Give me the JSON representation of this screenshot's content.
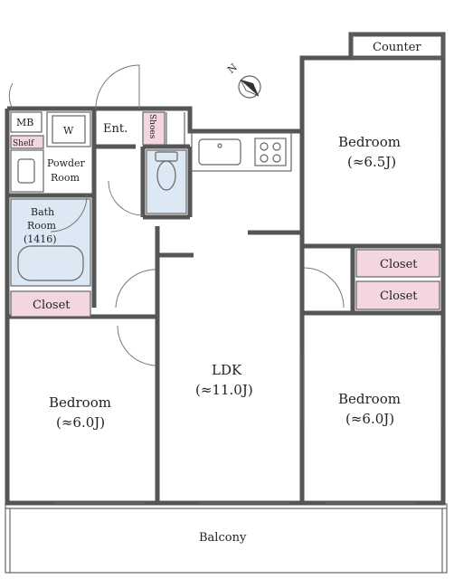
{
  "rooms": {
    "counter": "Counter",
    "bedroom_top_right": {
      "name": "Bedroom",
      "size": "(≈6.5J)"
    },
    "closet_right_1": "Closet",
    "closet_right_2": "Closet",
    "bedroom_right": {
      "name": "Bedroom",
      "size": "(≈6.0J)"
    },
    "ldk": {
      "name": "LDK",
      "size": "(≈11.0J)"
    },
    "bedroom_left": {
      "name": "Bedroom",
      "size": "(≈6.0J)"
    },
    "closet_left": "Closet",
    "balcony": "Balcony",
    "mb": "MB",
    "washer": "W",
    "shelf": "Shelf",
    "powder_room": {
      "line1": "Powder",
      "line2": "Room"
    },
    "bath_room": {
      "line1": "Bath",
      "line2": "Room",
      "line3": "(1416)"
    },
    "entrance": "Ent.",
    "shoes": "Shoes"
  },
  "compass": {
    "label": "N"
  },
  "colors": {
    "closet_fill": "#f4d6e3",
    "wet_area_fill": "#dce9f5",
    "wall": "#555555"
  }
}
